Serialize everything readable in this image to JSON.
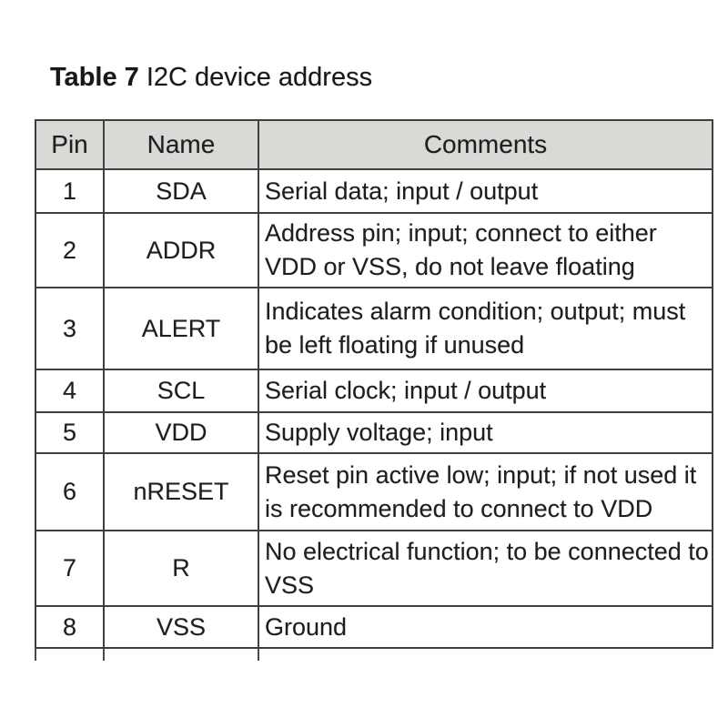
{
  "title": {
    "label_bold": "Table 7",
    "label_rest": " I2C device address"
  },
  "table": {
    "headers": [
      "Pin",
      "Name",
      "Comments"
    ],
    "rows": [
      {
        "pin": "1",
        "name": "SDA",
        "comment": "Serial data; input / output"
      },
      {
        "pin": "2",
        "name": "ADDR",
        "comment": "Address pin; input; connect to either\nVDD or VSS, do not leave floating"
      },
      {
        "pin": "3",
        "name": "ALERT",
        "comment": "Indicates alarm condition; output; must\nbe left floating if unused"
      },
      {
        "pin": "4",
        "name": "SCL",
        "comment": "Serial clock; input / output"
      },
      {
        "pin": "5",
        "name": "VDD",
        "comment": "Supply voltage; input"
      },
      {
        "pin": "6",
        "name": "nRESET",
        "comment": "Reset pin active low; input; if not used it\nis recommended to connect to VDD"
      },
      {
        "pin": "7",
        "name": "R",
        "comment": "No electrical function; to be connected to\nVSS"
      },
      {
        "pin": "8",
        "name": "VSS",
        "comment": "Ground"
      }
    ]
  },
  "colors": {
    "header_bg": "#d9d9d6",
    "border": "#3f3f3f",
    "text": "#1d1d22",
    "background": "#ffffff"
  }
}
